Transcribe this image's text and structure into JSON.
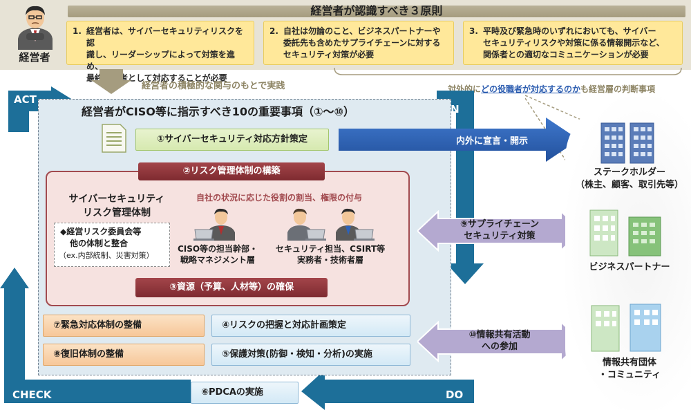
{
  "header": {
    "title": "経営者が認識すべき３原則",
    "manager_label": "経営者",
    "principles": [
      {
        "num": "1.",
        "lines": [
          "経営者は、サイバーセキュリティリスクを認",
          "識し、リーダーシップによって対策を進め、",
          "最終責任者として対応することが必要"
        ]
      },
      {
        "num": "2.",
        "lines": [
          "自社は勿論のこと、ビジネスパートナーや",
          "委託先も含めたサプライチェーンに対する",
          "セキュリティ対策が必要"
        ]
      },
      {
        "num": "3.",
        "lines": [
          "平時及び緊急時のいずれにおいても、サイバー",
          "セキュリティリスクや対策に係る情報開示など、",
          "関係者との適切なコミュニケーションが必要"
        ]
      }
    ]
  },
  "implement_text": "経営者の積極的な関与のもとで実践",
  "judge_text": {
    "before": "対外的に",
    "highlight": "どの役職者が対応するのか",
    "after": "も経営層の判断事項"
  },
  "cycle": {
    "act": "ACT",
    "plan": "PLAN",
    "check": "CHECK",
    "do": "DO"
  },
  "center": {
    "title": "経営者がCISO等に指示すべき10の重要事項（①～⑩）",
    "item1": "①サイバーセキュリティ対応方針策定",
    "item2": "②リスク管理体制の構築",
    "risk_heading_lines": [
      "サイバーセキュリティ",
      "リスク管理体制"
    ],
    "committee_lines": [
      "◆経営リスク委員会等",
      "他の体制と整合"
    ],
    "committee_note": "（ex.内部統制、災害対策）",
    "role_text": "自社の状況に応じた役割の割当、権限の付与",
    "person1_lines": [
      "CISO等の担当幹部・",
      "戦略マネジメント層"
    ],
    "person2_lines": [
      "セキュリティ担当、CSIRT等",
      "実務者・技術者層"
    ],
    "item3": "③資源（予算、人材等）の確保",
    "item4": "④リスクの把握と対応計画策定",
    "item5": "⑤保護対策(防御・検知・分析)の実施",
    "item6": "⑥PDCAの実施",
    "item7": "⑦緊急対応体制の整備",
    "item8": "⑧復旧体制の整備"
  },
  "arrows": {
    "announce": "内外に宣言・開示",
    "item9_lines": [
      "⑨サプライチェーン",
      "セキュリティ対策"
    ],
    "item10_lines": [
      "⑩情報共有活動",
      "への参加"
    ]
  },
  "entities": {
    "stakeholder_lines": [
      "ステークホルダー",
      "（株主、顧客、取引先等）"
    ],
    "partner": "ビジネスパートナー",
    "community_lines": [
      "情報共有団体",
      "・コミュニティ"
    ]
  },
  "colors": {
    "cycle_blue": "#1d6f99",
    "announce_blue": "#2d62b8",
    "risk_red": "#8e353a",
    "principle_yellow": "#ffe89a",
    "band_gray": "#e7e3d6",
    "purple_arrow": "#b4a9d0"
  }
}
